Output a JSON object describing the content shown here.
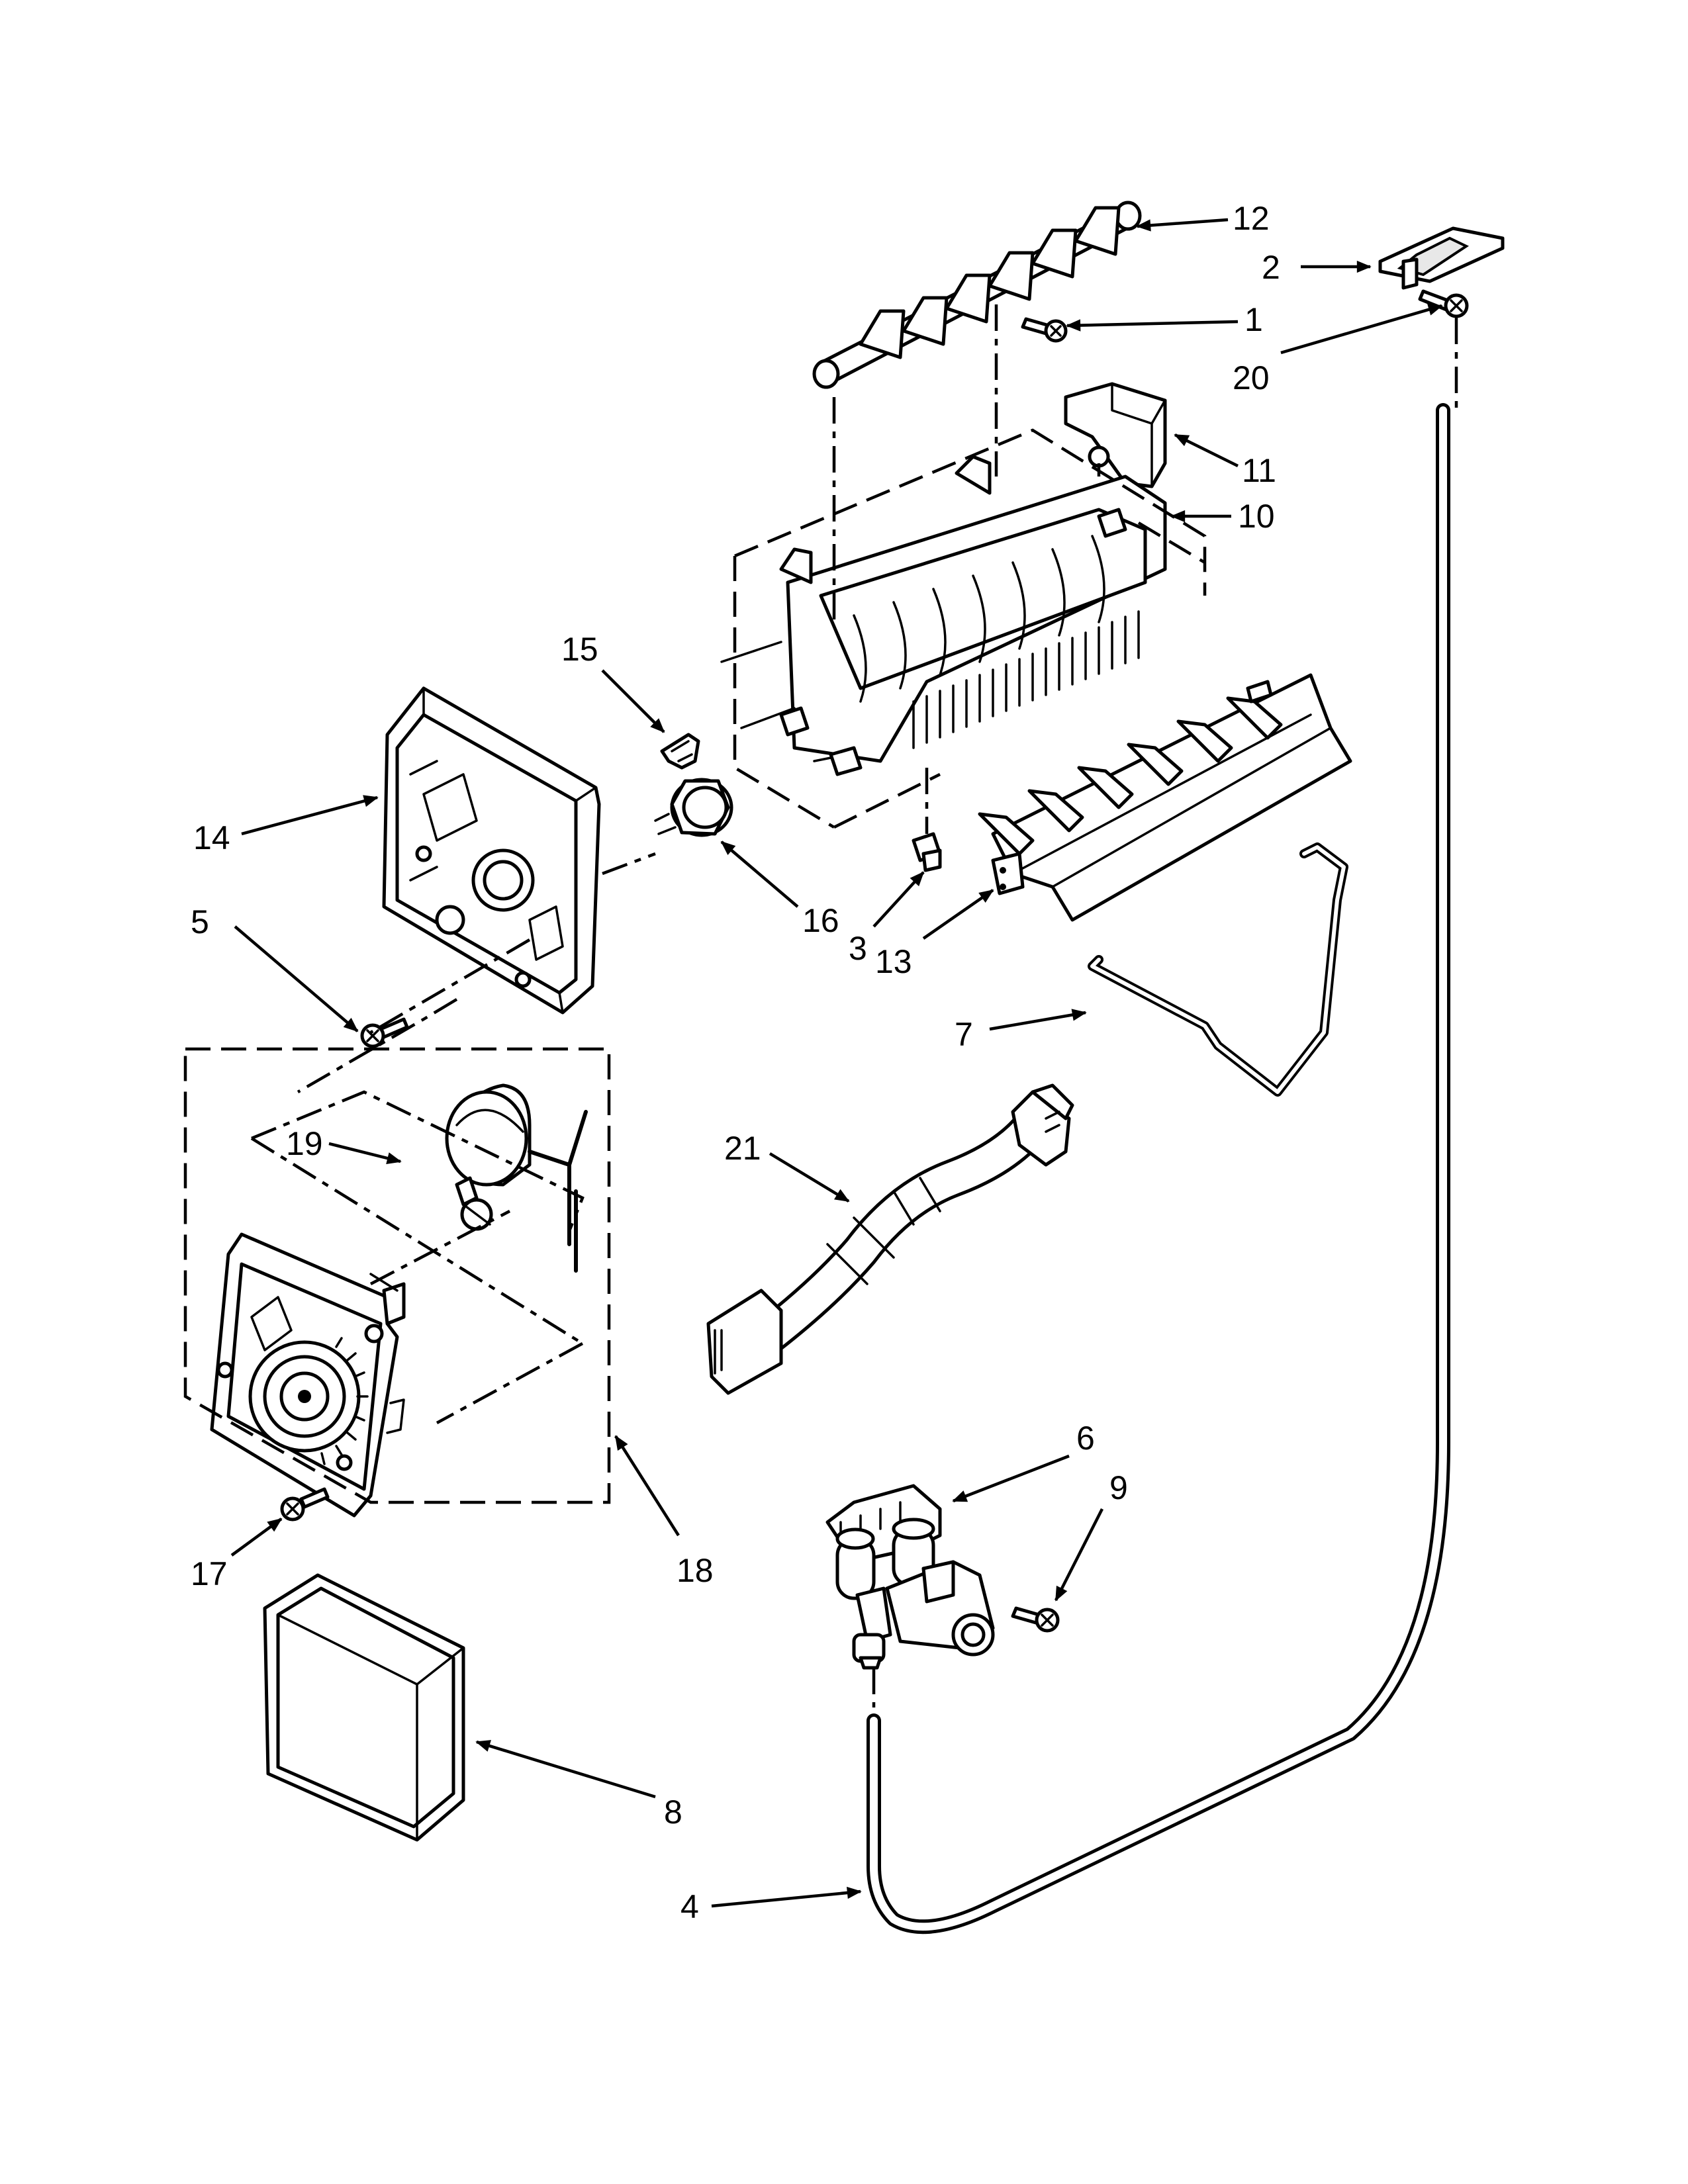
{
  "callouts": [
    {
      "id": "c12",
      "number": "12"
    },
    {
      "id": "c2",
      "number": "2"
    },
    {
      "id": "c1",
      "number": "1"
    },
    {
      "id": "c20",
      "number": "20"
    },
    {
      "id": "c11",
      "number": "11"
    },
    {
      "id": "c10",
      "number": "10"
    },
    {
      "id": "c15",
      "number": "15"
    },
    {
      "id": "c14",
      "number": "14"
    },
    {
      "id": "c16",
      "number": "16"
    },
    {
      "id": "c3",
      "number": "3"
    },
    {
      "id": "c13",
      "number": "13"
    },
    {
      "id": "c5",
      "number": "5"
    },
    {
      "id": "c7",
      "number": "7"
    },
    {
      "id": "c19",
      "number": "19"
    },
    {
      "id": "c21",
      "number": "21"
    },
    {
      "id": "c6",
      "number": "6"
    },
    {
      "id": "c9",
      "number": "9"
    },
    {
      "id": "c17",
      "number": "17"
    },
    {
      "id": "c18",
      "number": "18"
    },
    {
      "id": "c8",
      "number": "8"
    },
    {
      "id": "c4",
      "number": "4"
    }
  ]
}
